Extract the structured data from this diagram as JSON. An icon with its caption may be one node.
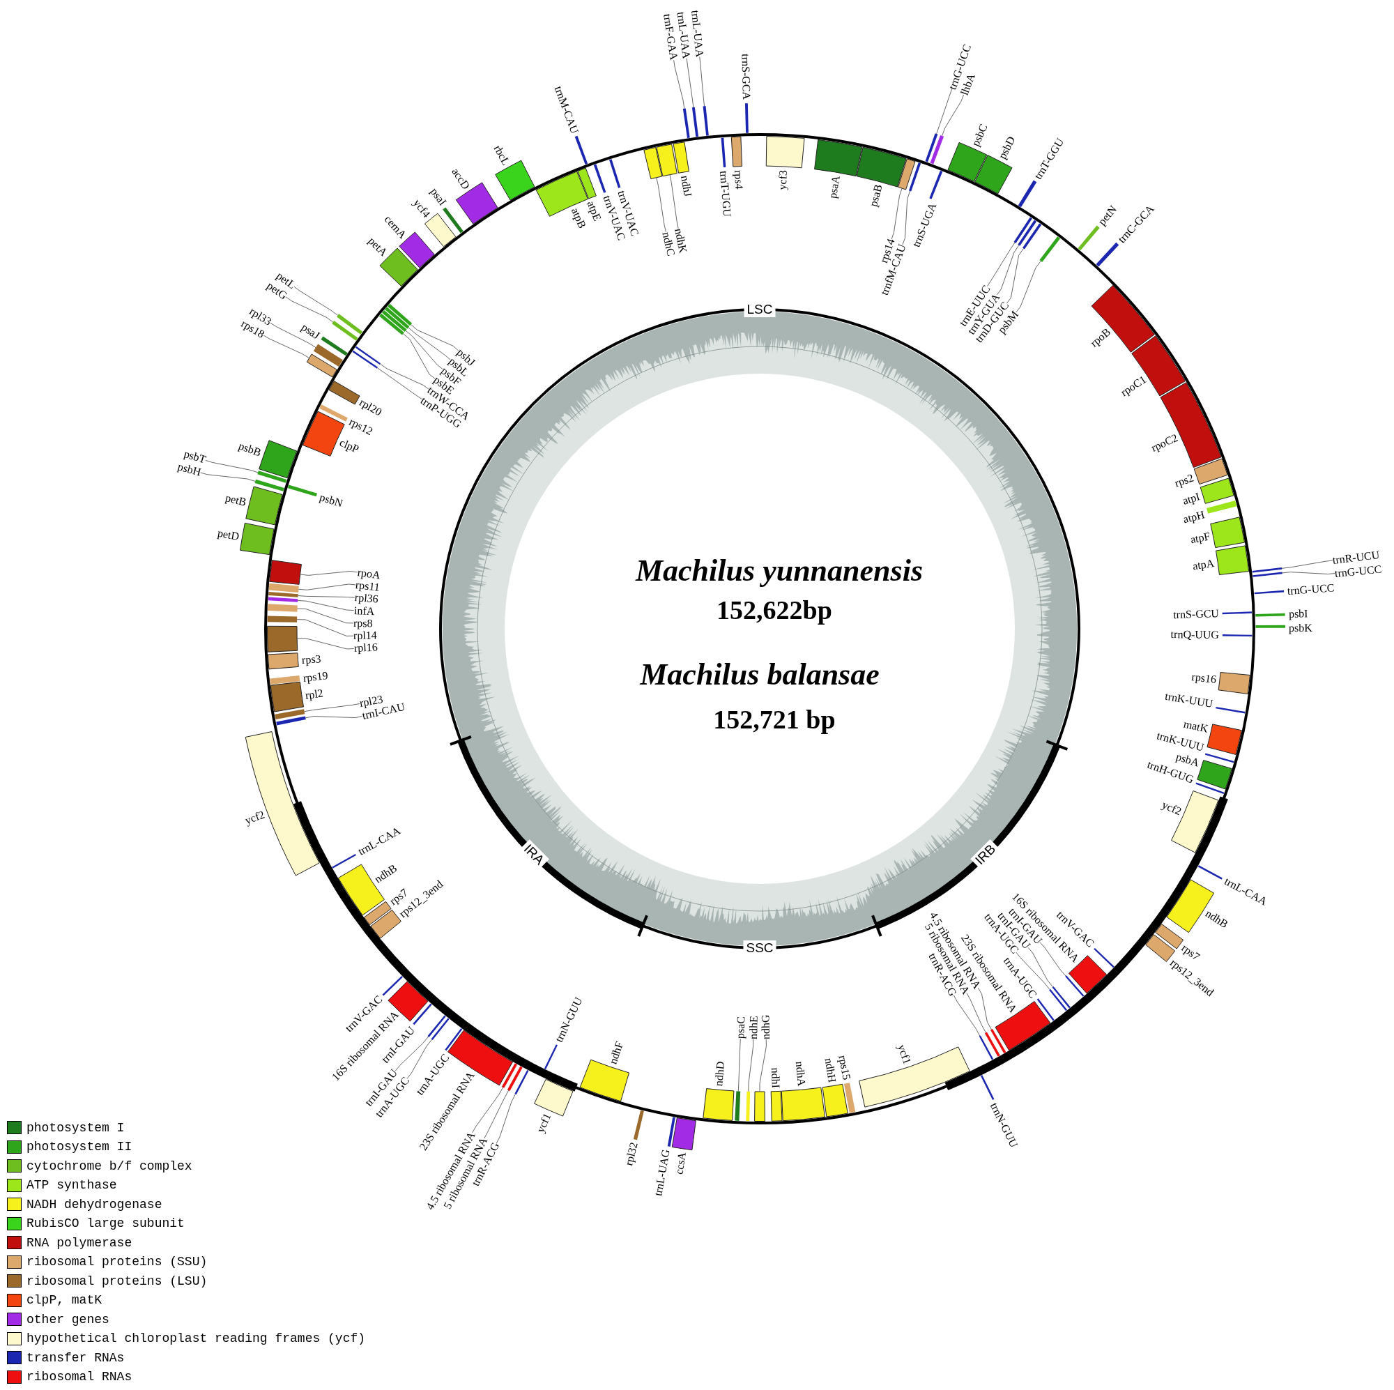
{
  "diagram": {
    "nodes": [
      {
        "text": [],
        "shape": "bar",
        "beside": [
          "ycf3"
        ]
      },
      {
        "text": [],
        "shape": "bar",
        "beside": [
          "psaA"
        ]
      },
      {
        "text": [],
        "shape": "bar",
        "beside": [
          "psaB"
        ]
      },
      {
        "text": [
          "rps14"
        ]
      },
      {
        "text": [],
        "shape": "bar"
      },
      {
        "text": [
          "trnfM-CAU"
        ]
      },
      {
        "text": [],
        "shape": "bar"
      },
      {
        "text": [
          "trnG-UCC"
        ]
      },
      {
        "text": [],
        "shape": "bar"
      },
      {
        "text": [
          "lhbA"
        ]
      },
      {
        "text": [],
        "shape": "bar"
      },
      {
        "text": [],
        "shape": "bar",
        "beside": [
          "trnS-UGA"
        ]
      },
      {
        "text": [],
        "shape": "bar",
        "beside": [
          "psbC"
        ]
      },
      {
        "text": [],
        "shape": "bar",
        "beside": [
          "psbD"
        ]
      },
      {
        "text": [],
        "shape": "bar",
        "beside": [
          "trnT-GGU"
        ]
      },
      {
        "text": [
          "trnE-UUC"
        ]
      },
      {
        "text": [],
        "shape": "bar"
      },
      {
        "text": [
          "trnY-GUA"
        ]
      },
      {
        "text": [],
        "shape": "bar"
      },
      {
        "text": [
          "trnD-GUC"
        ]
      },
      {
        "text": [],
        "shape": "bar"
      },
      {
        "text": [
          "psbM"
        ]
      },
      {
        "text": [],
        "shape": "bar"
      },
      {
        "text": [],
        "shape": "bar",
        "beside": [
          "petN"
        ]
      },
      {
        "text": [],
        "shape": "bar",
        "beside": [
          "trnC-GCA"
        ]
      },
      {
        "text": [],
        "shape": "bar",
        "beside": [
          "rpoB"
        ]
      },
      {
        "text": [],
        "shape": "bar",
        "beside": [
          "rpoC1"
        ]
      },
      {
        "text": [],
        "shape": "bar",
        "beside": [
          "rpoC2"
        ]
      },
      {
        "text": [],
        "shape": "bar",
        "beside": [
          "rps2"
        ]
      },
      {
        "text": [],
        "shape": "bar",
        "beside": [
          "atpI"
        ]
      },
      {
        "text": [],
        "shape": "bar",
        "beside": [
          "atpH"
        ]
      },
      {
        "text": [],
        "shape": "bar",
        "beside": [
          "atpF"
        ]
      },
      {
        "text": [],
        "shape": "bar",
        "beside": [
          "atpA"
        ]
      },
      {
        "text": [
          "trnR-UCU"
        ]
      },
      {
        "text": [],
        "shape": "bar"
      },
      {
        "text": [
          "trnG-UCC"
        ]
      },
      {
        "text": [],
        "shape": "bar"
      },
      {
        "text": [],
        "shape": "bar",
        "beside": [
          "trnG-UCC"
        ]
      },
      {
        "text": [],
        "shape": "bar",
        "beside": [
          "trnS-GCU"
        ]
      },
      {
        "text": [],
        "shape": "bar",
        "beside": [
          "psbI"
        ]
      },
      {
        "text": [],
        "shape": "bar",
        "beside": [
          "psbK"
        ]
      },
      {
        "text": [],
        "shape": "bar",
        "beside": [
          "trnQ-UUG"
        ]
      },
      {
        "text": [],
        "shape": "bar",
        "beside": [
          "rps16"
        ]
      },
      {
        "text": [],
        "shape": "bar",
        "beside": [
          "trnK-UUU"
        ]
      },
      {
        "text": [],
        "shape": "bar",
        "beside": [
          "matK"
        ]
      },
      {
        "text": [],
        "shape": "bar",
        "beside": [
          "trnK-UUU"
        ]
      },
      {
        "text": [],
        "shape": "bar",
        "beside": [
          "psbA"
        ]
      },
      {
        "text": [],
        "shape": "bar",
        "beside": [
          "trnH-GUG"
        ]
      },
      {
        "text": [],
        "shape": "bar",
        "beside": [
          "ycf2"
        ]
      },
      {
        "text": [],
        "shape": "bar",
        "beside": [
          "trnL-CAA"
        ]
      },
      {
        "text": [],
        "shape": "bar",
        "beside": [
          "ndhB"
        ]
      },
      {
        "text": [],
        "shape": "bar",
        "beside": [
          "rps7"
        ]
      },
      {
        "text": [],
        "shape": "bar",
        "beside": [
          "rps12_3end"
        ]
      },
      {
        "text": [],
        "shape": "bar",
        "beside": [
          "trnV-GAC"
        ]
      },
      {
        "text": [],
        "shape": "bar",
        "beside": [
          "16S ribosomal RNA"
        ]
      },
      {
        "text": [
          "trnI-GAU"
        ]
      },
      {
        "text": [],
        "shape": "bar"
      },
      {
        "text": [
          "trnI-GAU"
        ]
      },
      {
        "text": [],
        "shape": "bar"
      },
      {
        "text": [
          "trnA-UGC"
        ]
      },
      {
        "text": [],
        "shape": "bar"
      },
      {
        "text": [],
        "shape": "bar",
        "beside": [
          "trnA-UGC"
        ]
      },
      {
        "text": [],
        "shape": "bar",
        "beside": [
          "23S ribosomal RNA"
        ]
      },
      {
        "text": [
          "4.5 ribosomal RNA"
        ]
      },
      {
        "text": [],
        "shape": "bar"
      },
      {
        "text": [
          "5 ribosomal RNA"
        ]
      },
      {
        "text": [],
        "shape": "bar"
      },
      {
        "text": [
          "trnR-ACG"
        ]
      },
      {
        "text": [],
        "shape": "bar"
      },
      {
        "text": [],
        "shape": "bar",
        "beside": [
          "trnN-GUU"
        ]
      },
      {
        "text": [],
        "shape": "bar",
        "beside": [
          "ycf1"
        ]
      },
      {
        "text": [],
        "shape": "bar",
        "beside": [
          "rps15"
        ]
      },
      {
        "text": [],
        "shape": "bar",
        "beside": [
          "ndhH"
        ]
      },
      {
        "text": [],
        "shape": "bar",
        "beside": [
          "ndhA"
        ]
      },
      {
        "text": [],
        "shape": "bar",
        "beside": [
          "ndhI"
        ]
      },
      {
        "text": [
          "ndhG"
        ]
      },
      {
        "text": [],
        "shape": "bar"
      },
      {
        "text": [
          "ndhE"
        ]
      },
      {
        "text": [],
        "shape": "bar"
      },
      {
        "text": [
          "psaC"
        ]
      },
      {
        "text": [],
        "shape": "bar"
      },
      {
        "text": [],
        "shape": "bar",
        "beside": [
          "ndhD"
        ]
      },
      {
        "text": [],
        "shape": "bar",
        "beside": [
          "ccsA"
        ]
      },
      {
        "text": [],
        "shape": "bar",
        "beside": [
          "trnL-UAG"
        ]
      },
      {
        "text": [],
        "shape": "bar",
        "beside": [
          "rpl32"
        ]
      },
      {
        "text": [],
        "shape": "bar",
        "beside": [
          "ndhF"
        ]
      },
      {
        "text": [],
        "shape": "bar",
        "beside": [
          "ycf1"
        ]
      },
      {
        "text": [],
        "shape": "bar",
        "beside": [
          "trnN-GUU"
        ]
      },
      {
        "text": [
          "trnR-ACG"
        ]
      },
      {
        "text": [],
        "shape": "bar"
      },
      {
        "text": [
          "5 ribosomal RNA"
        ]
      },
      {
        "text": [],
        "shape": "bar"
      },
      {
        "text": [
          "4.5 ribosomal RNA"
        ]
      },
      {
        "text": [],
        "shape": "bar"
      },
      {
        "text": [],
        "shape": "bar",
        "beside": [
          "23S ribosomal RNA"
        ]
      },
      {
        "text": [],
        "shape": "bar",
        "beside": [
          "trnA-UGC"
        ]
      },
      {
        "text": [
          "trnA-UGC"
        ]
      },
      {
        "text": [],
        "shape": "bar"
      },
      {
        "text": [
          "trnI-GAU"
        ]
      },
      {
        "text": [],
        "shape": "bar"
      },
      {
        "text": [],
        "shape": "bar",
        "beside": [
          "trnI-GAU"
        ]
      },
      {
        "text": [],
        "shape": "bar",
        "beside": [
          "16S ribosomal RNA"
        ]
      },
      {
        "text": [],
        "shape": "bar",
        "beside": [
          "trnV-GAC"
        ]
      },
      {
        "text": [],
        "shape": "bar",
        "beside": [
          "rps12_3end"
        ]
      },
      {
        "text": [],
        "shape": "bar",
        "beside": [
          "rps7"
        ]
      },
      {
        "text": [],
        "shape": "bar",
        "beside": [
          "ndhB"
        ]
      },
      {
        "text": [],
        "shape": "bar",
        "beside": [
          "trnL-CAA"
        ]
      },
      {
        "text": [],
        "shape": "bar",
        "beside": [
          "ycf2"
        ]
      },
      {
        "text": [
          "trnI-CAU"
        ]
      },
      {
        "text": [],
        "shape": "bar"
      },
      {
        "text": [
          "rpl23"
        ]
      },
      {
        "text": [],
        "shape": "bar"
      },
      {
        "text": [],
        "shape": "bar",
        "beside": [
          "rpl2"
        ]
      },
      {
        "text": [],
        "shape": "bar",
        "beside": [
          "rps19"
        ]
      },
      {
        "text": [],
        "shape": "bar",
        "beside": [
          "rps3"
        ]
      },
      {
        "text": [
          "rpl16"
        ]
      },
      {
        "text": [],
        "shape": "bar"
      },
      {
        "text": [
          "rpl14"
        ]
      },
      {
        "text": [],
        "shape": "bar"
      },
      {
        "text": [
          "rps8"
        ]
      },
      {
        "text": [],
        "shape": "bar"
      },
      {
        "text": [
          "infA"
        ]
      },
      {
        "text": [],
        "shape": "bar"
      },
      {
        "text": [
          "rpl36"
        ]
      },
      {
        "text": [],
        "shape": "bar"
      },
      {
        "text": [
          "rps11"
        ]
      },
      {
        "text": [],
        "shape": "bar"
      },
      {
        "text": [
          "rpoA"
        ]
      },
      {
        "text": [],
        "shape": "bar"
      },
      {
        "text": [],
        "shape": "bar",
        "beside": [
          "petD"
        ]
      },
      {
        "text": [],
        "shape": "bar",
        "beside": [
          "petB"
        ]
      },
      {
        "text": [
          "psbH"
        ]
      },
      {
        "text": [],
        "shape": "bar"
      },
      {
        "text": [],
        "shape": "bar",
        "beside": [
          "psbN"
        ]
      },
      {
        "text": [
          "psbT"
        ]
      },
      {
        "text": [],
        "shape": "bar"
      },
      {
        "text": [],
        "shape": "bar",
        "beside": [
          "psbB"
        ]
      },
      {
        "text": [],
        "shape": "bar",
        "beside": [
          "clpP"
        ]
      },
      {
        "text": [],
        "shape": "bar",
        "beside": [
          "rps12"
        ]
      },
      {
        "text": [],
        "shape": "bar",
        "beside": [
          "rpl20"
        ]
      },
      {
        "text": [
          "rps18"
        ]
      },
      {
        "text": [],
        "shape": "bar"
      },
      {
        "text": [
          "rpl33"
        ]
      },
      {
        "text": [],
        "shape": "bar"
      },
      {
        "text": [],
        "shape": "bar",
        "beside": [
          "psaJ"
        ]
      },
      {
        "text": [
          "trnP-UGG"
        ]
      },
      {
        "text": [],
        "shape": "bar"
      },
      {
        "text": [
          "trnW-CCA"
        ]
      },
      {
        "text": [],
        "shape": "bar"
      },
      {
        "text": [
          "petG"
        ]
      },
      {
        "text": [],
        "shape": "bar"
      },
      {
        "text": [
          "petL"
        ]
      },
      {
        "text": [],
        "shape": "bar"
      },
      {
        "text": [
          "psbE"
        ]
      },
      {
        "text": [],
        "shape": "bar"
      },
      {
        "text": [
          "psbF"
        ]
      },
      {
        "text": [],
        "shape": "bar"
      },
      {
        "text": [
          "psbL"
        ]
      },
      {
        "text": [],
        "shape": "bar"
      },
      {
        "text": [
          "psbJ"
        ]
      },
      {
        "text": [],
        "shape": "bar"
      },
      {
        "text": [],
        "shape": "bar",
        "beside": [
          "petA"
        ]
      },
      {
        "text": [],
        "shape": "bar",
        "beside": [
          "cemA"
        ]
      },
      {
        "text": [],
        "shape": "bar",
        "beside": [
          "ycf4"
        ]
      },
      {
        "text": [],
        "shape": "bar",
        "beside": [
          "psaI"
        ]
      },
      {
        "text": [],
        "shape": "bar",
        "beside": [
          "accD"
        ]
      },
      {
        "text": [],
        "shape": "bar",
        "beside": [
          "rbcL"
        ]
      },
      {
        "text": [],
        "shape": "bar",
        "beside": [
          "atpB"
        ]
      },
      {
        "text": [],
        "shape": "bar",
        "beside": [
          "atpE"
        ]
      },
      {
        "text": [],
        "shape": "bar",
        "beside": [
          "trnM-CAU"
        ]
      },
      {
        "text": [],
        "shape": "bar",
        "beside": [
          "trnV-UAC"
        ]
      },
      {
        "text": [],
        "shape": "bar",
        "beside": [
          "trnV-UAC"
        ]
      },
      {
        "text": [
          "ndhC"
        ]
      },
      {
        "text": [],
        "shape": "bar"
      },
      {
        "text": [
          "ndhK"
        ]
      },
      {
        "text": [],
        "shape": "bar"
      },
      {
        "text": [],
        "shape": "bar",
        "beside": [
          "ndhJ"
        ]
      },
      {
        "text": [
          "trnF-GAA"
        ]
      },
      {
        "text": [],
        "shape": "bar"
      },
      {
        "text": [
          "trnL-UAA"
        ]
      },
      {
        "text": [],
        "shape": "bar"
      },
      {
        "text": [
          "trnL-UAA"
        ]
      },
      {
        "text": [],
        "shape": "bar"
      },
      {
        "text": [],
        "shape": "bar",
        "beside": [
          "trnT-UGU"
        ]
      },
      {
        "text": [],
        "shape": "bar",
        "beside": [
          "rps4"
        ]
      },
      {
        "text": [],
        "shape": "bar",
        "beside": [
          "trnS-GCA"
        ]
      }
    ],
    "edges": [
      {
        "from": 3,
        "to": 4,
        "arrow": "none"
      },
      {
        "from": 5,
        "to": 6,
        "arrow": "none"
      },
      {
        "from": 7,
        "to": 8,
        "arrow": "none"
      },
      {
        "from": 9,
        "to": 10,
        "arrow": "none"
      },
      {
        "from": 15,
        "to": 16,
        "arrow": "none"
      },
      {
        "from": 17,
        "to": 18,
        "arrow": "none"
      },
      {
        "from": 19,
        "to": 20,
        "arrow": "none"
      },
      {
        "from": 21,
        "to": 22,
        "arrow": "none"
      },
      {
        "from": 33,
        "to": 34,
        "arrow": "none"
      },
      {
        "from": 35,
        "to": 36,
        "arrow": "none"
      },
      {
        "from": 55,
        "to": 56,
        "arrow": "none"
      },
      {
        "from": 57,
        "to": 58,
        "arrow": "none"
      },
      {
        "from": 59,
        "to": 60,
        "arrow": "none"
      },
      {
        "from": 63,
        "to": 64,
        "arrow": "none"
      },
      {
        "from": 65,
        "to": 66,
        "arrow": "none"
      },
      {
        "from": 67,
        "to": 68,
        "arrow": "none"
      },
      {
        "from": 75,
        "to": 76,
        "arrow": "none"
      },
      {
        "from": 77,
        "to": 78,
        "arrow": "none"
      },
      {
        "from": 79,
        "to": 80,
        "arrow": "none"
      },
      {
        "from": 88,
        "to": 89,
        "arrow": "none"
      },
      {
        "from": 90,
        "to": 91,
        "arrow": "none"
      },
      {
        "from": 92,
        "to": 93,
        "arrow": "none"
      },
      {
        "from": 96,
        "to": 97,
        "arrow": "none"
      },
      {
        "from": 98,
        "to": 99,
        "arrow": "none"
      },
      {
        "from": 108,
        "to": 109,
        "arrow": "none"
      },
      {
        "from": 110,
        "to": 111,
        "arrow": "none"
      },
      {
        "from": 115,
        "to": 116,
        "arrow": "none"
      },
      {
        "from": 117,
        "to": 118,
        "arrow": "none"
      },
      {
        "from": 119,
        "to": 120,
        "arrow": "none"
      },
      {
        "from": 121,
        "to": 122,
        "arrow": "none"
      },
      {
        "from": 123,
        "to": 124,
        "arrow": "none"
      },
      {
        "from": 125,
        "to": 126,
        "arrow": "none"
      },
      {
        "from": 127,
        "to": 128,
        "arrow": "none"
      },
      {
        "from": 131,
        "to": 132,
        "arrow": "none"
      },
      {
        "from": 134,
        "to": 135,
        "arrow": "none"
      },
      {
        "from": 140,
        "to": 141,
        "arrow": "none"
      },
      {
        "from": 142,
        "to": 143,
        "arrow": "none"
      },
      {
        "from": 145,
        "to": 146,
        "arrow": "none"
      },
      {
        "from": 147,
        "to": 148,
        "arrow": "none"
      },
      {
        "from": 149,
        "to": 150,
        "arrow": "none"
      },
      {
        "from": 151,
        "to": 152,
        "arrow": "none"
      },
      {
        "from": 153,
        "to": 154,
        "arrow": "none"
      },
      {
        "from": 155,
        "to": 156,
        "arrow": "none"
      },
      {
        "from": 157,
        "to": 158,
        "arrow": "none"
      },
      {
        "from": 159,
        "to": 160,
        "arrow": "none"
      },
      {
        "from": 172,
        "to": 173,
        "arrow": "none"
      },
      {
        "from": 174,
        "to": 175,
        "arrow": "none"
      },
      {
        "from": 177,
        "to": 178,
        "arrow": "none"
      },
      {
        "from": 179,
        "to": 180,
        "arrow": "none"
      },
      {
        "from": 181,
        "to": 182,
        "arrow": "none"
      }
    ],
    "labels": [
      "Machilus yunnanensis",
      "152,622bp",
      "Machilus balansae",
      "152,721 bp",
      "LSC",
      "IRB",
      "SSC",
      "IRA"
    ],
    "legend": [
      {
        "text": "photosystem I",
        "color": "#1e7b1e"
      },
      {
        "text": "photosystem II",
        "color": "#2fa51b"
      },
      {
        "text": "cytochrome b/f complex",
        "color": "#6fbe1f"
      },
      {
        "text": "ATP synthase",
        "color": "#9ee61c"
      },
      {
        "text": "NADH dehydrogenase",
        "color": "#f6f01c"
      },
      {
        "text": "RubisCO large subunit",
        "color": "#3ad41c"
      },
      {
        "text": "RNA polymerase",
        "color": "#c10f0e"
      },
      {
        "text": "ribosomal proteins (SSU)",
        "color": "#dca86c"
      },
      {
        "text": "ribosomal proteins (LSU)",
        "color": "#9b6a2a"
      },
      {
        "text": "clpP, matK",
        "color": "#f2450f"
      },
      {
        "text": "other genes",
        "color": "#a22be6"
      },
      {
        "text": "hypothetical chloroplast reading frames (ycf)",
        "color": "#fef9cd"
      },
      {
        "text": "transfer RNAs",
        "color": "#1b27b0"
      },
      {
        "text": "ribosomal RNAs",
        "color": "#ee1010"
      }
    ]
  }
}
